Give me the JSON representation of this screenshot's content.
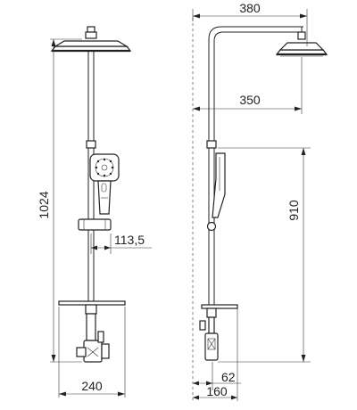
{
  "front_view": {
    "dim_total_height": "1024",
    "dim_holder_offset": "113,5",
    "dim_bottom_width": "240"
  },
  "side_view": {
    "dim_top_reach": "380",
    "dim_arm_reach": "350",
    "dim_holder_height": "910",
    "dim_bottom_offset": "62",
    "dim_bottom_width": "160"
  }
}
